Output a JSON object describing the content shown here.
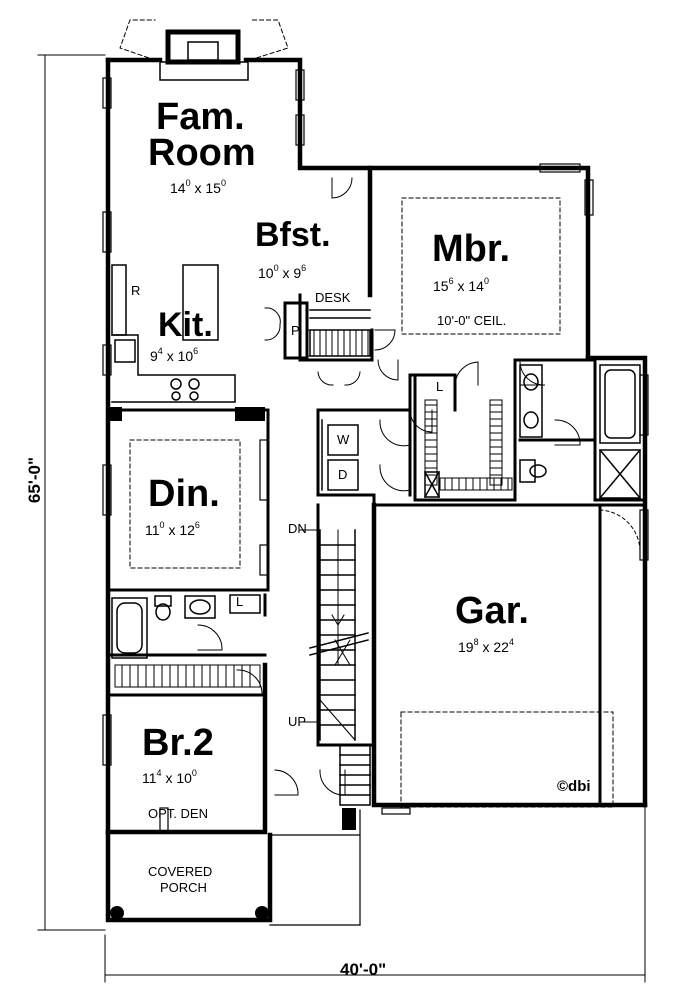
{
  "overall": {
    "depth": "65'-0\"",
    "width": "40'-0\""
  },
  "rooms": {
    "family": {
      "line1": "Fam.",
      "line2": "Room",
      "w": "14",
      "w_in": "0",
      "d": "15",
      "d_in": "0"
    },
    "breakfast": {
      "name": "Bfst.",
      "w": "10",
      "w_in": "0",
      "d": "9",
      "d_in": "6"
    },
    "master": {
      "name": "Mbr.",
      "w": "15",
      "w_in": "6",
      "d": "14",
      "d_in": "0",
      "note": "10'-0\" CEIL."
    },
    "kitchen": {
      "name": "Kit.",
      "w": "9",
      "w_in": "4",
      "d": "10",
      "d_in": "6"
    },
    "dining": {
      "name": "Din.",
      "w": "11",
      "w_in": "0",
      "d": "12",
      "d_in": "6"
    },
    "garage": {
      "name": "Gar.",
      "w": "19",
      "w_in": "8",
      "d": "22",
      "d_in": "4"
    },
    "bedroom2": {
      "name": "Br.2",
      "w": "11",
      "w_in": "4",
      "d": "10",
      "d_in": "0",
      "note": "OPT. DEN"
    },
    "porch": {
      "line1": "COVERED",
      "line2": "PORCH"
    }
  },
  "fixtures": {
    "desk": "DESK",
    "pantry": "P",
    "refrigerator": "R",
    "washer": "W",
    "dryer": "D",
    "linen_master": "L",
    "linen_hall": "L",
    "stair_down": "DN",
    "stair_up": "UP"
  },
  "copyright": "©dbi",
  "dim_separator": "x"
}
